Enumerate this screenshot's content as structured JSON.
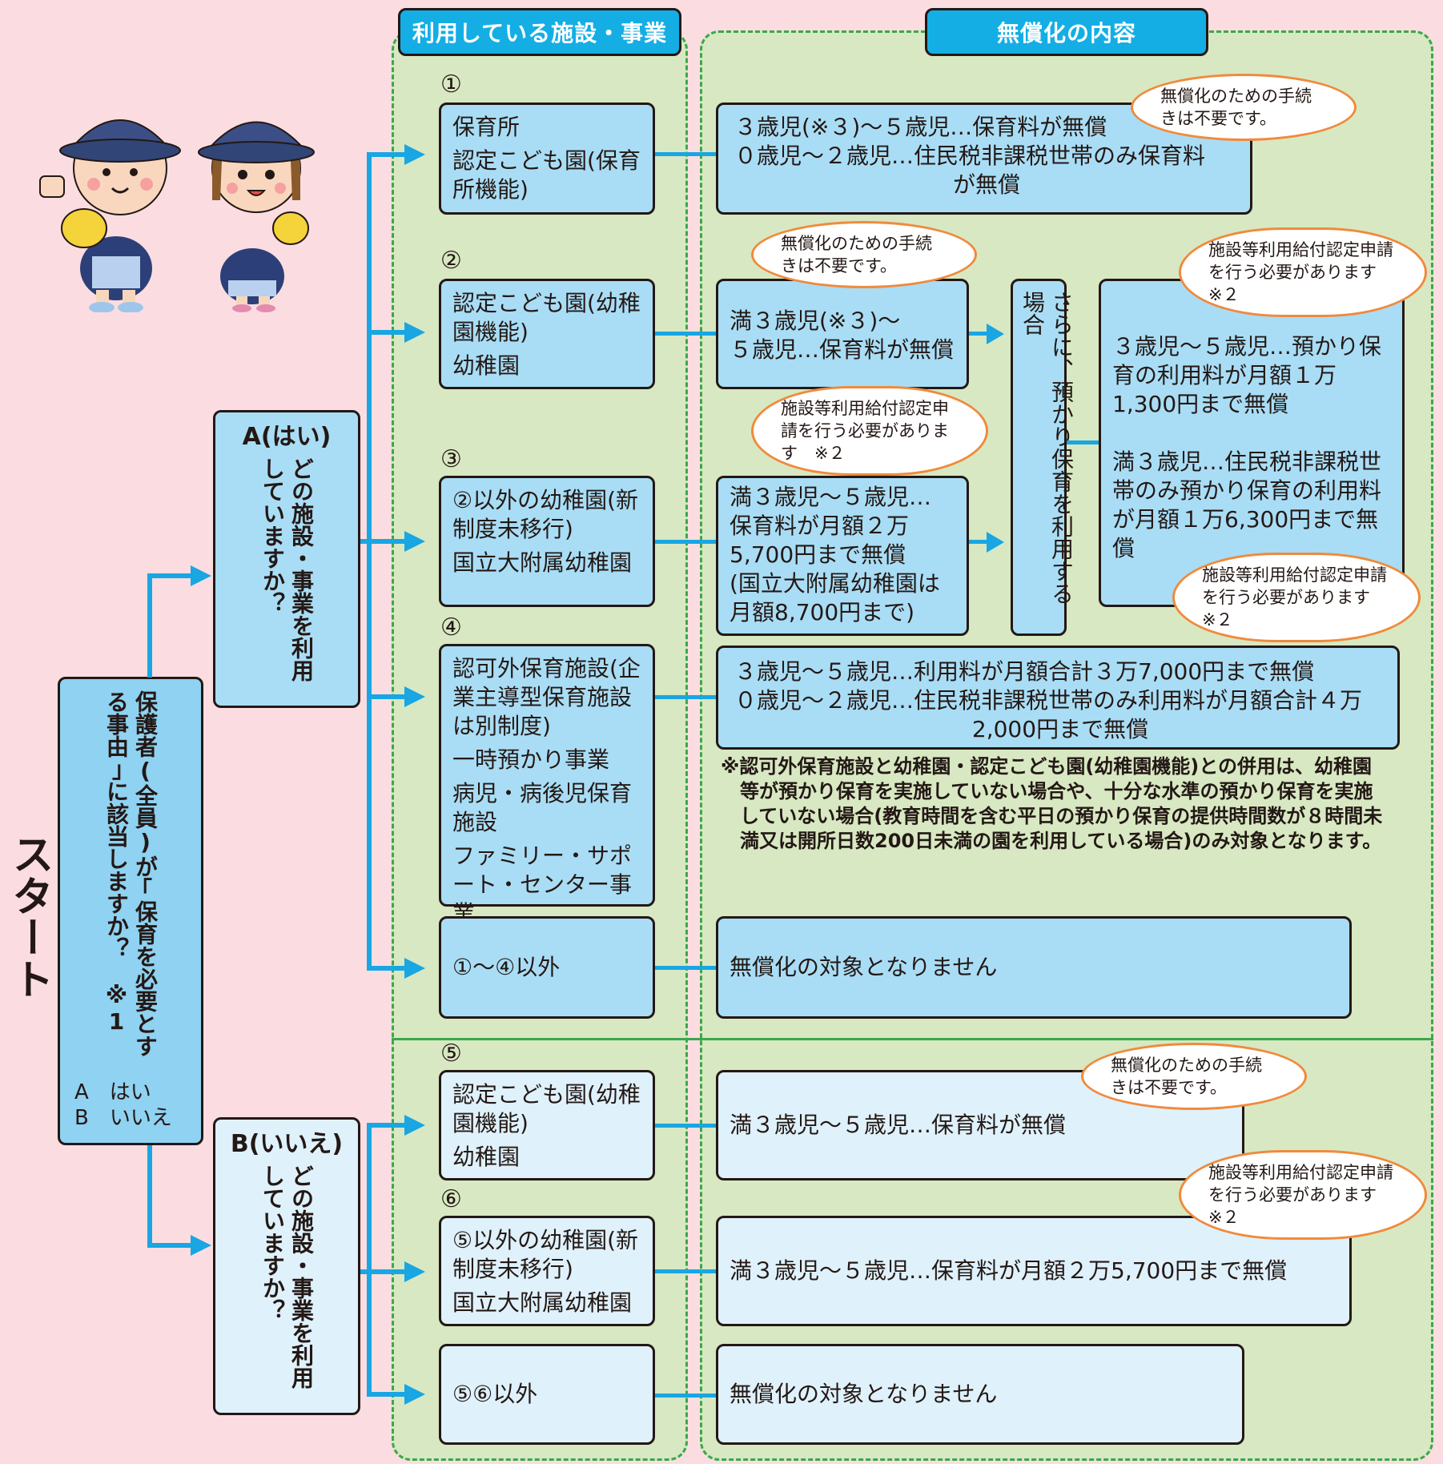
{
  "headers": {
    "facilities": "利用している施設・事業",
    "content": "無償化の内容"
  },
  "start_label": "スタート",
  "question": {
    "text": "保護者(全員)が｢保育を必要とする事由｣に該当しますか？　※1",
    "opt_a": "A　はい",
    "opt_b": "B　いいえ"
  },
  "branch_a": {
    "title": "A(はい)",
    "q": "どの施設・事業を利用していますか？"
  },
  "branch_b": {
    "title": "B(いいえ)",
    "q": "どの施設・事業を利用していますか？"
  },
  "rows": [
    {
      "num": "①",
      "facility": [
        "保育所",
        "認定こども園(保育所機能)"
      ],
      "content": [
        "３歳児(※３)～５歳児…保育料が無償",
        "０歳児～２歳児…住民税非課税世帯のみ保育料",
        "が無償"
      ]
    },
    {
      "num": "②",
      "facility": [
        "認定こども園(幼稚園機能)",
        "幼稚園"
      ],
      "content": [
        "満３歳児(※３)～",
        "５歳児…保育料が無償"
      ]
    },
    {
      "num": "③",
      "facility": [
        "②以外の幼稚園(新制度未移行)",
        "国立大附属幼稚園"
      ],
      "content": [
        "満３歳児～５歳児…",
        "保育料が月額２万",
        "5,700円まで無償",
        "(国立大附属幼稚園は",
        "月額8,700円まで)"
      ]
    },
    {
      "num": "④",
      "facility": [
        "認可外保育施設(企業主導型保育施設は別制度)",
        "一時預かり事業",
        "病児・病後児保育施設",
        "ファミリー・サポート・センター事業"
      ],
      "content": [
        "３歳児～５歳児…利用料が月額合計３万7,000円まで無償",
        "０歳児～２歳児…住民税非課税世帯のみ利用料が月額合計４万",
        "2,000円まで無償"
      ]
    },
    {
      "num": "",
      "facility": [
        "①～④以外"
      ],
      "content": [
        "無償化の対象となりません"
      ]
    },
    {
      "num": "⑤",
      "facility": [
        "認定こども園(幼稚園機能)",
        "幼稚園"
      ],
      "content": [
        "満３歳児～５歳児…保育料が無償"
      ]
    },
    {
      "num": "⑥",
      "facility": [
        "⑤以外の幼稚園(新制度未移行)",
        "国立大附属幼稚園"
      ],
      "content": [
        "満３歳児～５歳児…保育料が月額２万5,700円まで無償"
      ]
    },
    {
      "num": "",
      "facility": [
        "⑤⑥以外"
      ],
      "content": [
        "無償化の対象となりません"
      ]
    }
  ],
  "further": {
    "label": "さらに、預かり保育を利用する場合"
  },
  "azukari": {
    "p1": "３歳児～５歳児…預かり保育の利用料が月額１万1,300円まで無償",
    "p2": "満３歳児…住民税非課税世帯のみ預かり保育の利用料が月額１万6,300円まで無償"
  },
  "bubbles": {
    "no_procedure": "無償化のための手続きは不要です。",
    "apply": "施設等利用給付認定申請を行う必要があります　※２"
  },
  "note": "※認可外保育施設と幼稚園・認定こども園(幼稚園機能)との併用は、幼稚園等が預かり保育を実施していない場合や、十分な水準の預かり保育を実施していない場合(教育時間を含む平日の預かり保育の提供時間数が８時間未満又は開所日数200日未満の園を利用している場合)のみ対象となります。",
  "colors": {
    "background": "#fbdde1",
    "panel": "#d8e8c2",
    "box": "#a9ddf5",
    "box_light": "#dff1fb",
    "header": "#14aee5",
    "line": "#19a6e2",
    "bubble_border": "#f08a3c"
  }
}
